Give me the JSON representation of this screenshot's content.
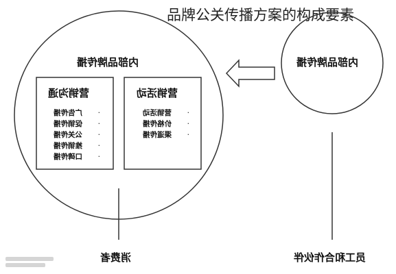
{
  "title": "品牌公关传播方案的构成要素",
  "big_circle": {
    "heading": "内部品牌传播",
    "left_box": {
      "heading": "营销沟通",
      "items": [
        "广告传播",
        "促销传播",
        "公关传播",
        "推销传播",
        "口碑传播"
      ]
    },
    "right_box": {
      "heading": "营销活动",
      "items": [
        "营销活动",
        "价格传播",
        "渠道传播"
      ]
    }
  },
  "small_circle": {
    "label": "内部品牌传播"
  },
  "consumer_label": "消费者",
  "partner_label": "员工和合作伙伴",
  "colors": {
    "line": "#333333",
    "background": "#ffffff"
  }
}
